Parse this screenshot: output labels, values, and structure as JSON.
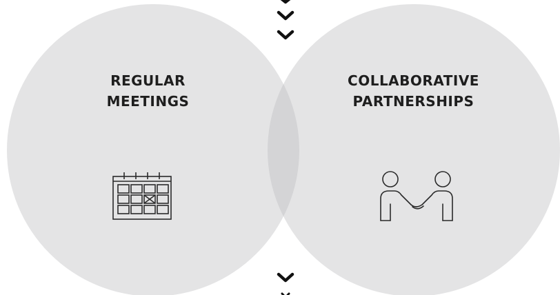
{
  "diagram": {
    "left_circle": {
      "title_line1": "REGULAR",
      "title_line2": "MEETINGS",
      "icon": "calendar-icon"
    },
    "right_circle": {
      "title_line1": "COLLABORATIVE",
      "title_line2": "PARTNERSHIPS",
      "icon": "handshake-icon"
    },
    "arrows": {
      "icon": "chevron-down-icon"
    }
  },
  "colors": {
    "circle_fill": "#e4e4e5",
    "overlap_fill": "#d4d4d6",
    "text": "#1e1e1e",
    "icon_stroke": "#2a2a2a"
  }
}
